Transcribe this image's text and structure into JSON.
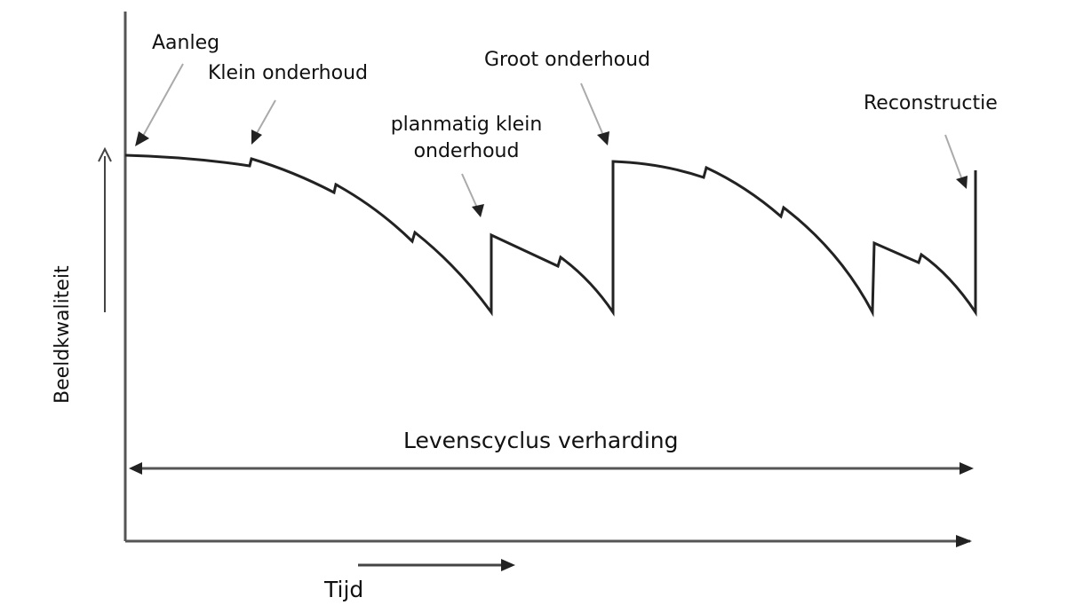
{
  "diagram": {
    "title": "Levenscyclus verharding",
    "y_axis_label": "Beeldkwaliteit",
    "x_axis_label": "Tijd",
    "lifecycle_label": "Levenscyclus verharding",
    "annotations": [
      {
        "id": "aanleg",
        "label": "Aanleg"
      },
      {
        "id": "klein-onderhoud",
        "label": "Klein onderhoud"
      },
      {
        "id": "planmatig-klein-onderhoud",
        "label_line1": "planmatig klein",
        "label_line2": "onderhoud"
      },
      {
        "id": "groot-onderhoud",
        "label": "Groot onderhoud"
      },
      {
        "id": "reconstructie",
        "label": "Reconstructie"
      }
    ],
    "colors": {
      "line": "#222222",
      "axis": "#555555",
      "pointer": "#aaaaaa",
      "pointer_head": "#222222",
      "background": "#ffffff"
    }
  }
}
